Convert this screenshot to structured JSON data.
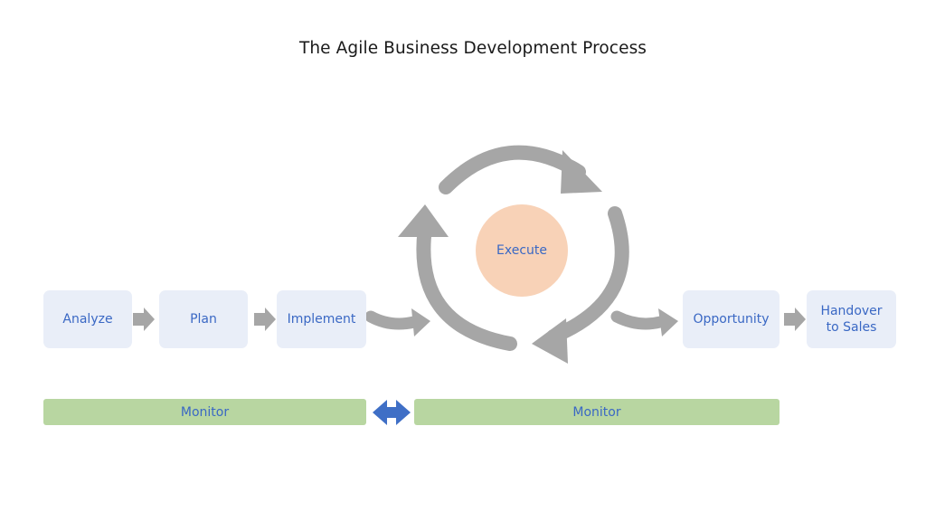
{
  "title": "The Agile Business Development Process",
  "steps": {
    "analyze": "Analyze",
    "plan": "Plan",
    "implement": "Implement",
    "execute": "Execute",
    "opportunity": "Opportunity",
    "handover": "Handover\nto Sales"
  },
  "monitor": {
    "left": "Monitor",
    "right": "Monitor"
  },
  "colors": {
    "box_fill": "#e9eef8",
    "box_text": "#3a68c4",
    "execute_fill": "#f8d2b7",
    "monitor_fill": "#b8d6a1",
    "arrow_gray": "#a6a6a6",
    "double_arrow_blue": "#3f6fc6"
  }
}
